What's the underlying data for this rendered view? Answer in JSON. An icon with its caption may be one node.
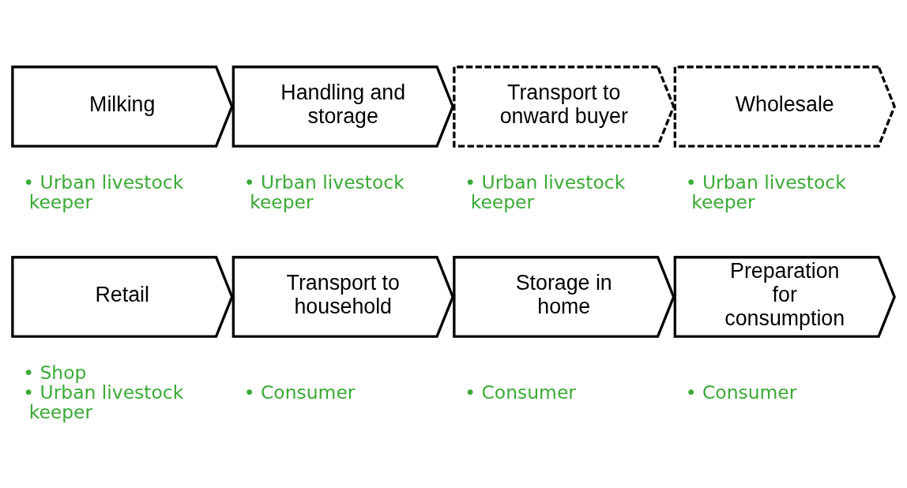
{
  "diagram": {
    "nodes": [
      {
        "text": [
          "Milking"
        ],
        "beside": [
          "• Urban livestock keeper"
        ]
      },
      {
        "text": [
          "Handling and storage"
        ],
        "beside": [
          "• Urban livestock keeper"
        ]
      },
      {
        "text": [
          "Transport to onward buyer"
        ],
        "beside": [
          "• Urban livestock keeper"
        ]
      },
      {
        "text": [
          "Wholesale"
        ],
        "beside": [
          "• Urban livestock keeper"
        ]
      },
      {
        "text": [
          "Retail"
        ],
        "beside": [
          "• Shop",
          "• Urban livestock keeper"
        ]
      },
      {
        "text": [
          "Transport to household"
        ],
        "beside": [
          "• Consumer"
        ]
      },
      {
        "text": [
          "Storage in home"
        ],
        "beside": [
          "• Consumer"
        ]
      },
      {
        "text": [
          "Preparation for consumption"
        ],
        "beside": [
          "• Consumer"
        ]
      }
    ],
    "edges": []
  }
}
